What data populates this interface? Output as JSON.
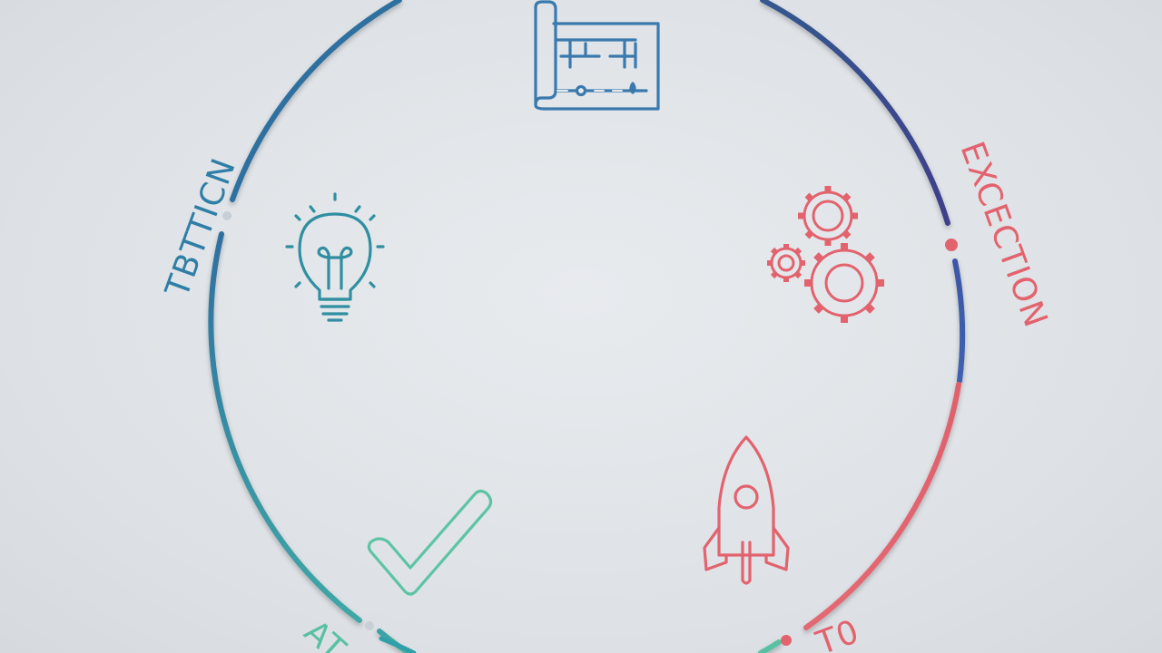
{
  "labels": {
    "left": "TBTTICN",
    "right": "EXCECTION",
    "bottom_left": "AT",
    "bottom_right": "T0"
  },
  "colors": {
    "background": "#dfe3e7",
    "blue": "#2f7ea6",
    "navy": "#3f4e93",
    "red": "#e2636e",
    "teal": "#3fa8a0",
    "mint": "#59c0a3"
  },
  "icons": {
    "top": "blueprint-icon",
    "left": "lightbulb-icon",
    "right": "gears-icon",
    "bottom_right": "rocket-icon",
    "bottom_left": "checkmark-icon"
  }
}
